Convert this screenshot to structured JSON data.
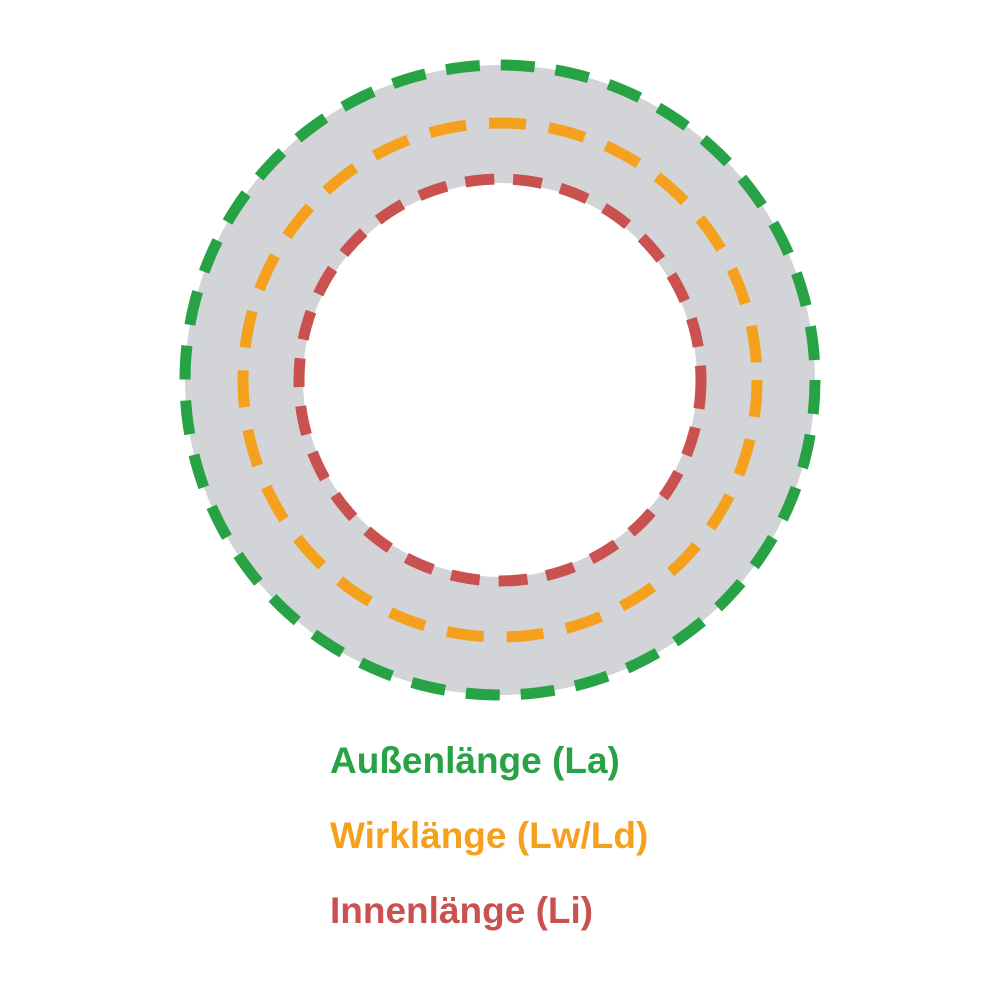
{
  "diagram": {
    "subject": "v-belt-length-measurements",
    "ring": {
      "fill_color": "#D3D4D8"
    },
    "measurements": {
      "outer": {
        "label": "Außenlänge (La)",
        "abbreviation": "La",
        "color": "#27A345"
      },
      "effective": {
        "label": "Wirklänge (Lw/Ld)",
        "abbreviation": "Lw/Ld",
        "color": "#F5A11D"
      },
      "inner": {
        "label": "Innenlänge (Li)",
        "abbreviation": "Li",
        "color": "#C9514F"
      }
    }
  }
}
